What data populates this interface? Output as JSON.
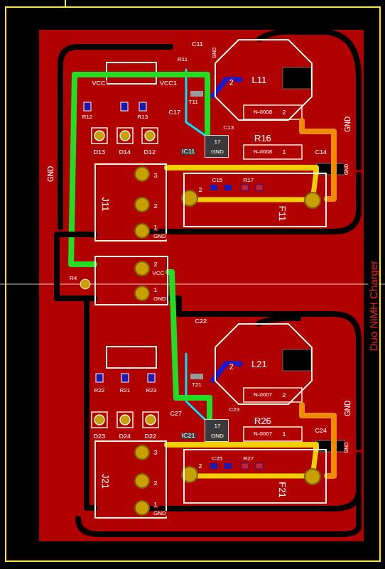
{
  "diagram": {
    "title": "Duo NiMH Charger",
    "nodes": [
      {
        "text": [
          "L11"
        ]
      },
      {
        "text": [
          "IC11",
          "17",
          "GND"
        ]
      },
      {
        "text": [
          "J11",
          "3",
          "2",
          "1",
          "GND"
        ]
      },
      {
        "text": [
          "F11",
          "2"
        ]
      },
      {
        "text": [
          "2",
          "VCC",
          "1",
          "GND"
        ]
      },
      {
        "text": [
          "L21"
        ]
      },
      {
        "text": [
          "IC21",
          "17",
          "GND"
        ]
      },
      {
        "text": [
          "J21",
          "3",
          "2",
          "1",
          "GND"
        ]
      },
      {
        "text": [
          "F21",
          "2"
        ]
      }
    ],
    "edges": [
      {
        "from": 2,
        "to": 3,
        "arrow": "none"
      },
      {
        "from": 0,
        "to": 3,
        "arrow": "none"
      },
      {
        "from": 4,
        "to": 1,
        "arrow": "none"
      },
      {
        "from": 4,
        "to": 6,
        "arrow": "none"
      },
      {
        "from": 4,
        "to": 2,
        "arrow": "none"
      },
      {
        "from": 4,
        "to": 7,
        "arrow": "none"
      },
      {
        "from": 5,
        "to": 8,
        "arrow": "none"
      },
      {
        "from": 7,
        "to": 8,
        "arrow": "none"
      }
    ],
    "labels": [
      "C11",
      "R11",
      "GND",
      "VCC",
      "VCC1",
      "2",
      "R12",
      "R13",
      "C17",
      "T11",
      "C13",
      "N-0008",
      "2",
      "R16",
      "N-0008",
      "1",
      "C14",
      "GND",
      "GND",
      "C15",
      "R17",
      "GND",
      "D13",
      "D14",
      "D12",
      "R4",
      "C22",
      "R22",
      "R21",
      "R23",
      "C27",
      "T21",
      "C23",
      "2",
      "N-0007",
      "2",
      "R26",
      "N-0007",
      "1",
      "C24",
      "GND",
      "GND",
      "C25",
      "R27",
      "D23",
      "D24",
      "D22"
    ]
  }
}
